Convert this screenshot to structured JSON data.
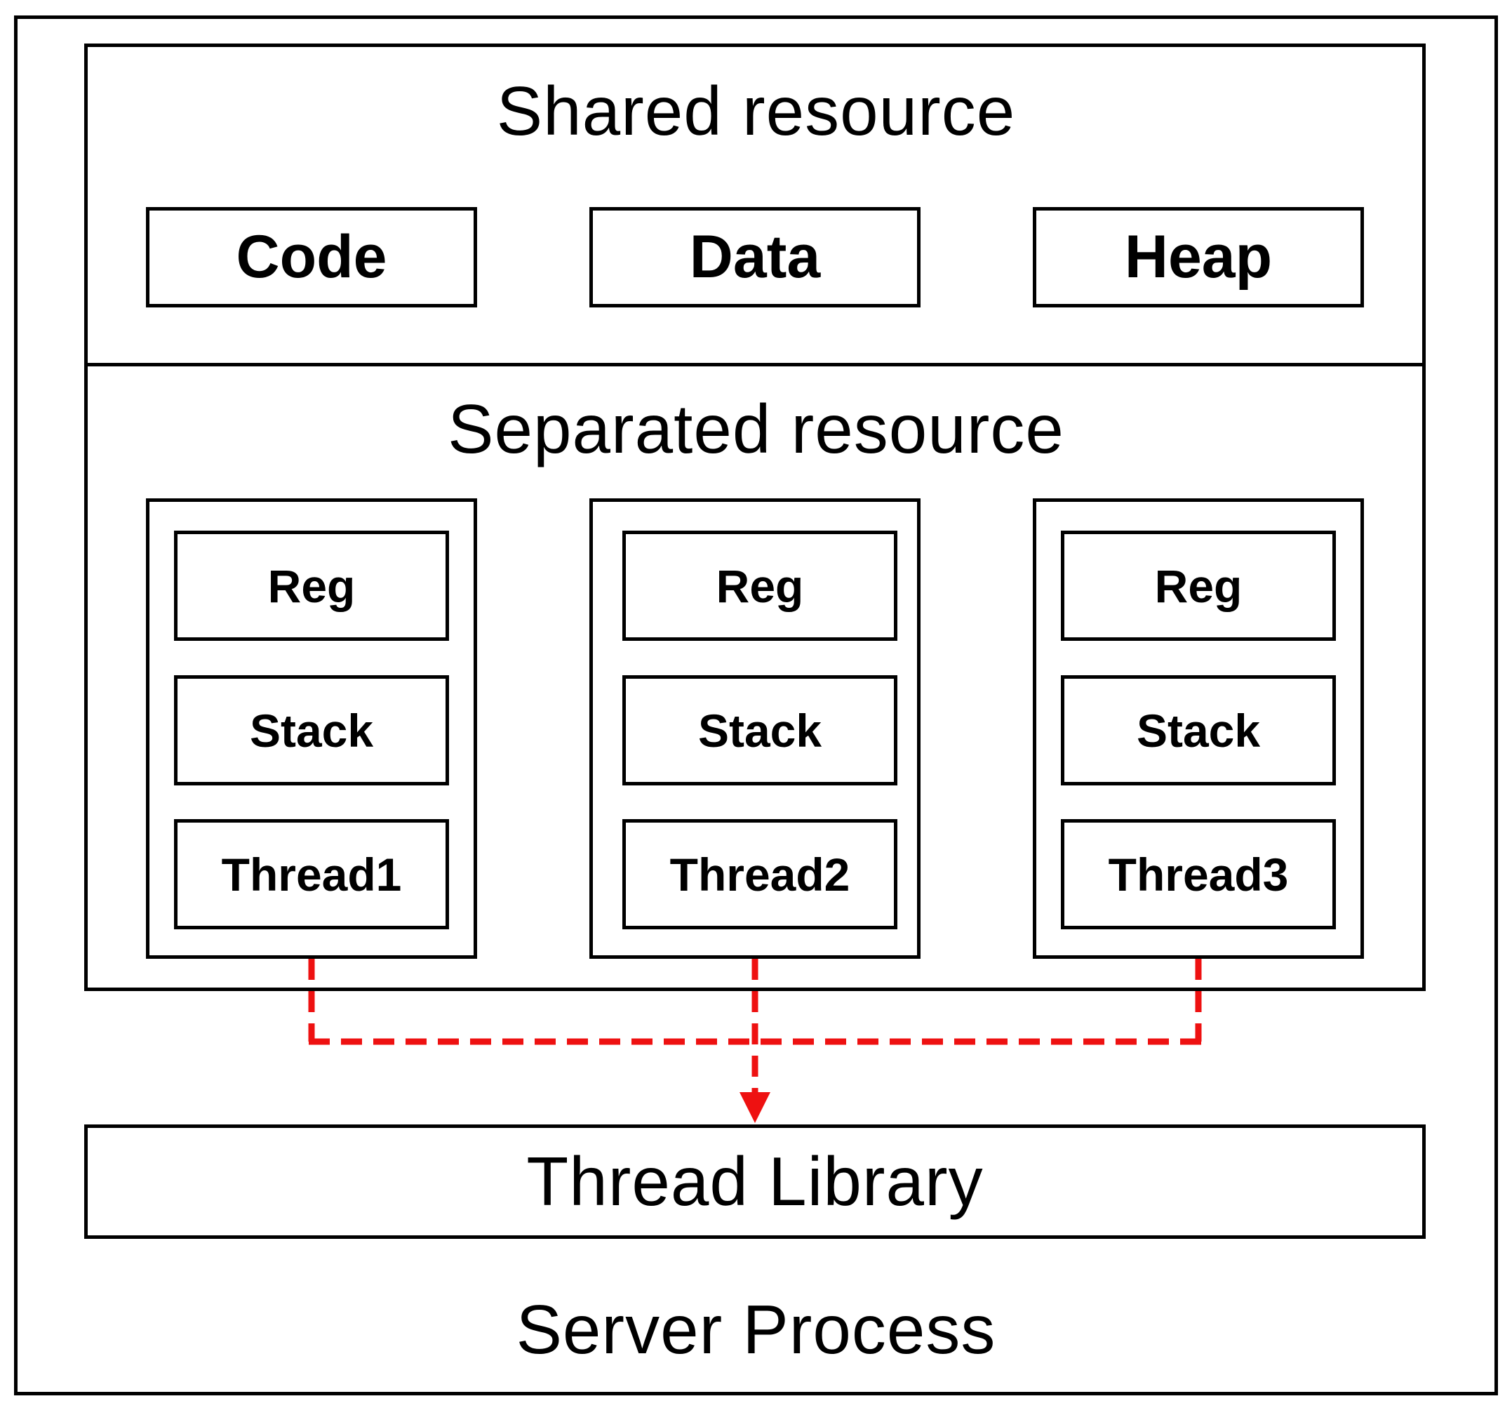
{
  "server_process": {
    "label": "Server Process"
  },
  "shared_resource": {
    "title": "Shared resource",
    "items": [
      "Code",
      "Data",
      "Heap"
    ]
  },
  "separated_resource": {
    "title": "Separated resource",
    "threads": [
      {
        "reg": "Reg",
        "stack": "Stack",
        "thread": "Thread1"
      },
      {
        "reg": "Reg",
        "stack": "Stack",
        "thread": "Thread2"
      },
      {
        "reg": "Reg",
        "stack": "Stack",
        "thread": "Thread3"
      }
    ]
  },
  "thread_library": {
    "label": "Thread Library"
  },
  "colors": {
    "connector": "#ee1111",
    "border": "#000000"
  }
}
